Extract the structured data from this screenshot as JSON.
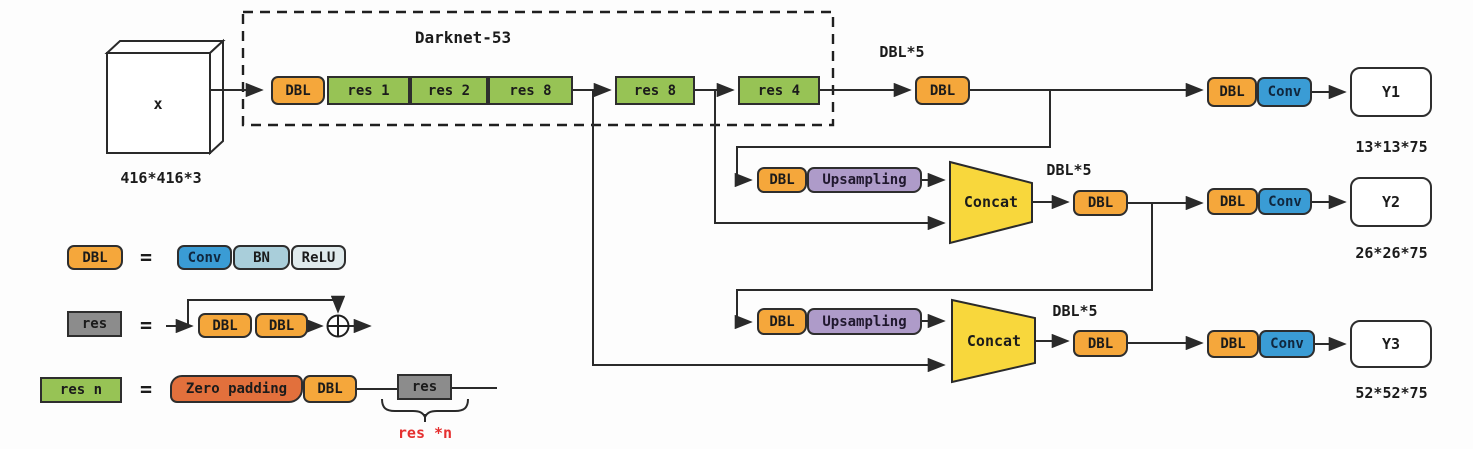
{
  "input": {
    "label": "x",
    "size": "416*416*3"
  },
  "backbone": {
    "title": "Darknet-53",
    "dbl": "DBL",
    "res_blocks": [
      "res 1",
      "res 2",
      "res 8",
      "res 8",
      "res 4"
    ]
  },
  "shared": {
    "dbl": "DBL",
    "conv": "Conv",
    "upsampling": "Upsampling",
    "concat": "Concat",
    "dbl5": "DBL*5"
  },
  "outputs": {
    "y1": {
      "label": "Y1",
      "size": "13*13*75"
    },
    "y2": {
      "label": "Y2",
      "size": "26*26*75"
    },
    "y3": {
      "label": "Y3",
      "size": "52*52*75"
    }
  },
  "legend": {
    "eq": "=",
    "dbl_def": {
      "term": "DBL",
      "components": [
        "Conv",
        "BN",
        "ReLU"
      ]
    },
    "res_def": {
      "term": "res",
      "dbl1": "DBL",
      "dbl2": "DBL"
    },
    "resn_def": {
      "term": "res n",
      "zero_padding": "Zero padding",
      "dbl": "DBL",
      "res": "res",
      "note": "res *n"
    }
  },
  "colors": {
    "dbl_orange": "#F5A73B",
    "res_green": "#97C355",
    "conv_blue": "#3A9CD5",
    "bn_teal": "#A9CEDA",
    "relu_pale": "#DFEAEC",
    "upsampling_purple": "#AE9BC9",
    "concat_yellow": "#F8D73C",
    "zero_padding_orange": "#E2703C",
    "res_gray": "#8C8C8C",
    "line_dark": "#2a2a2a",
    "note_red": "#E53030"
  }
}
